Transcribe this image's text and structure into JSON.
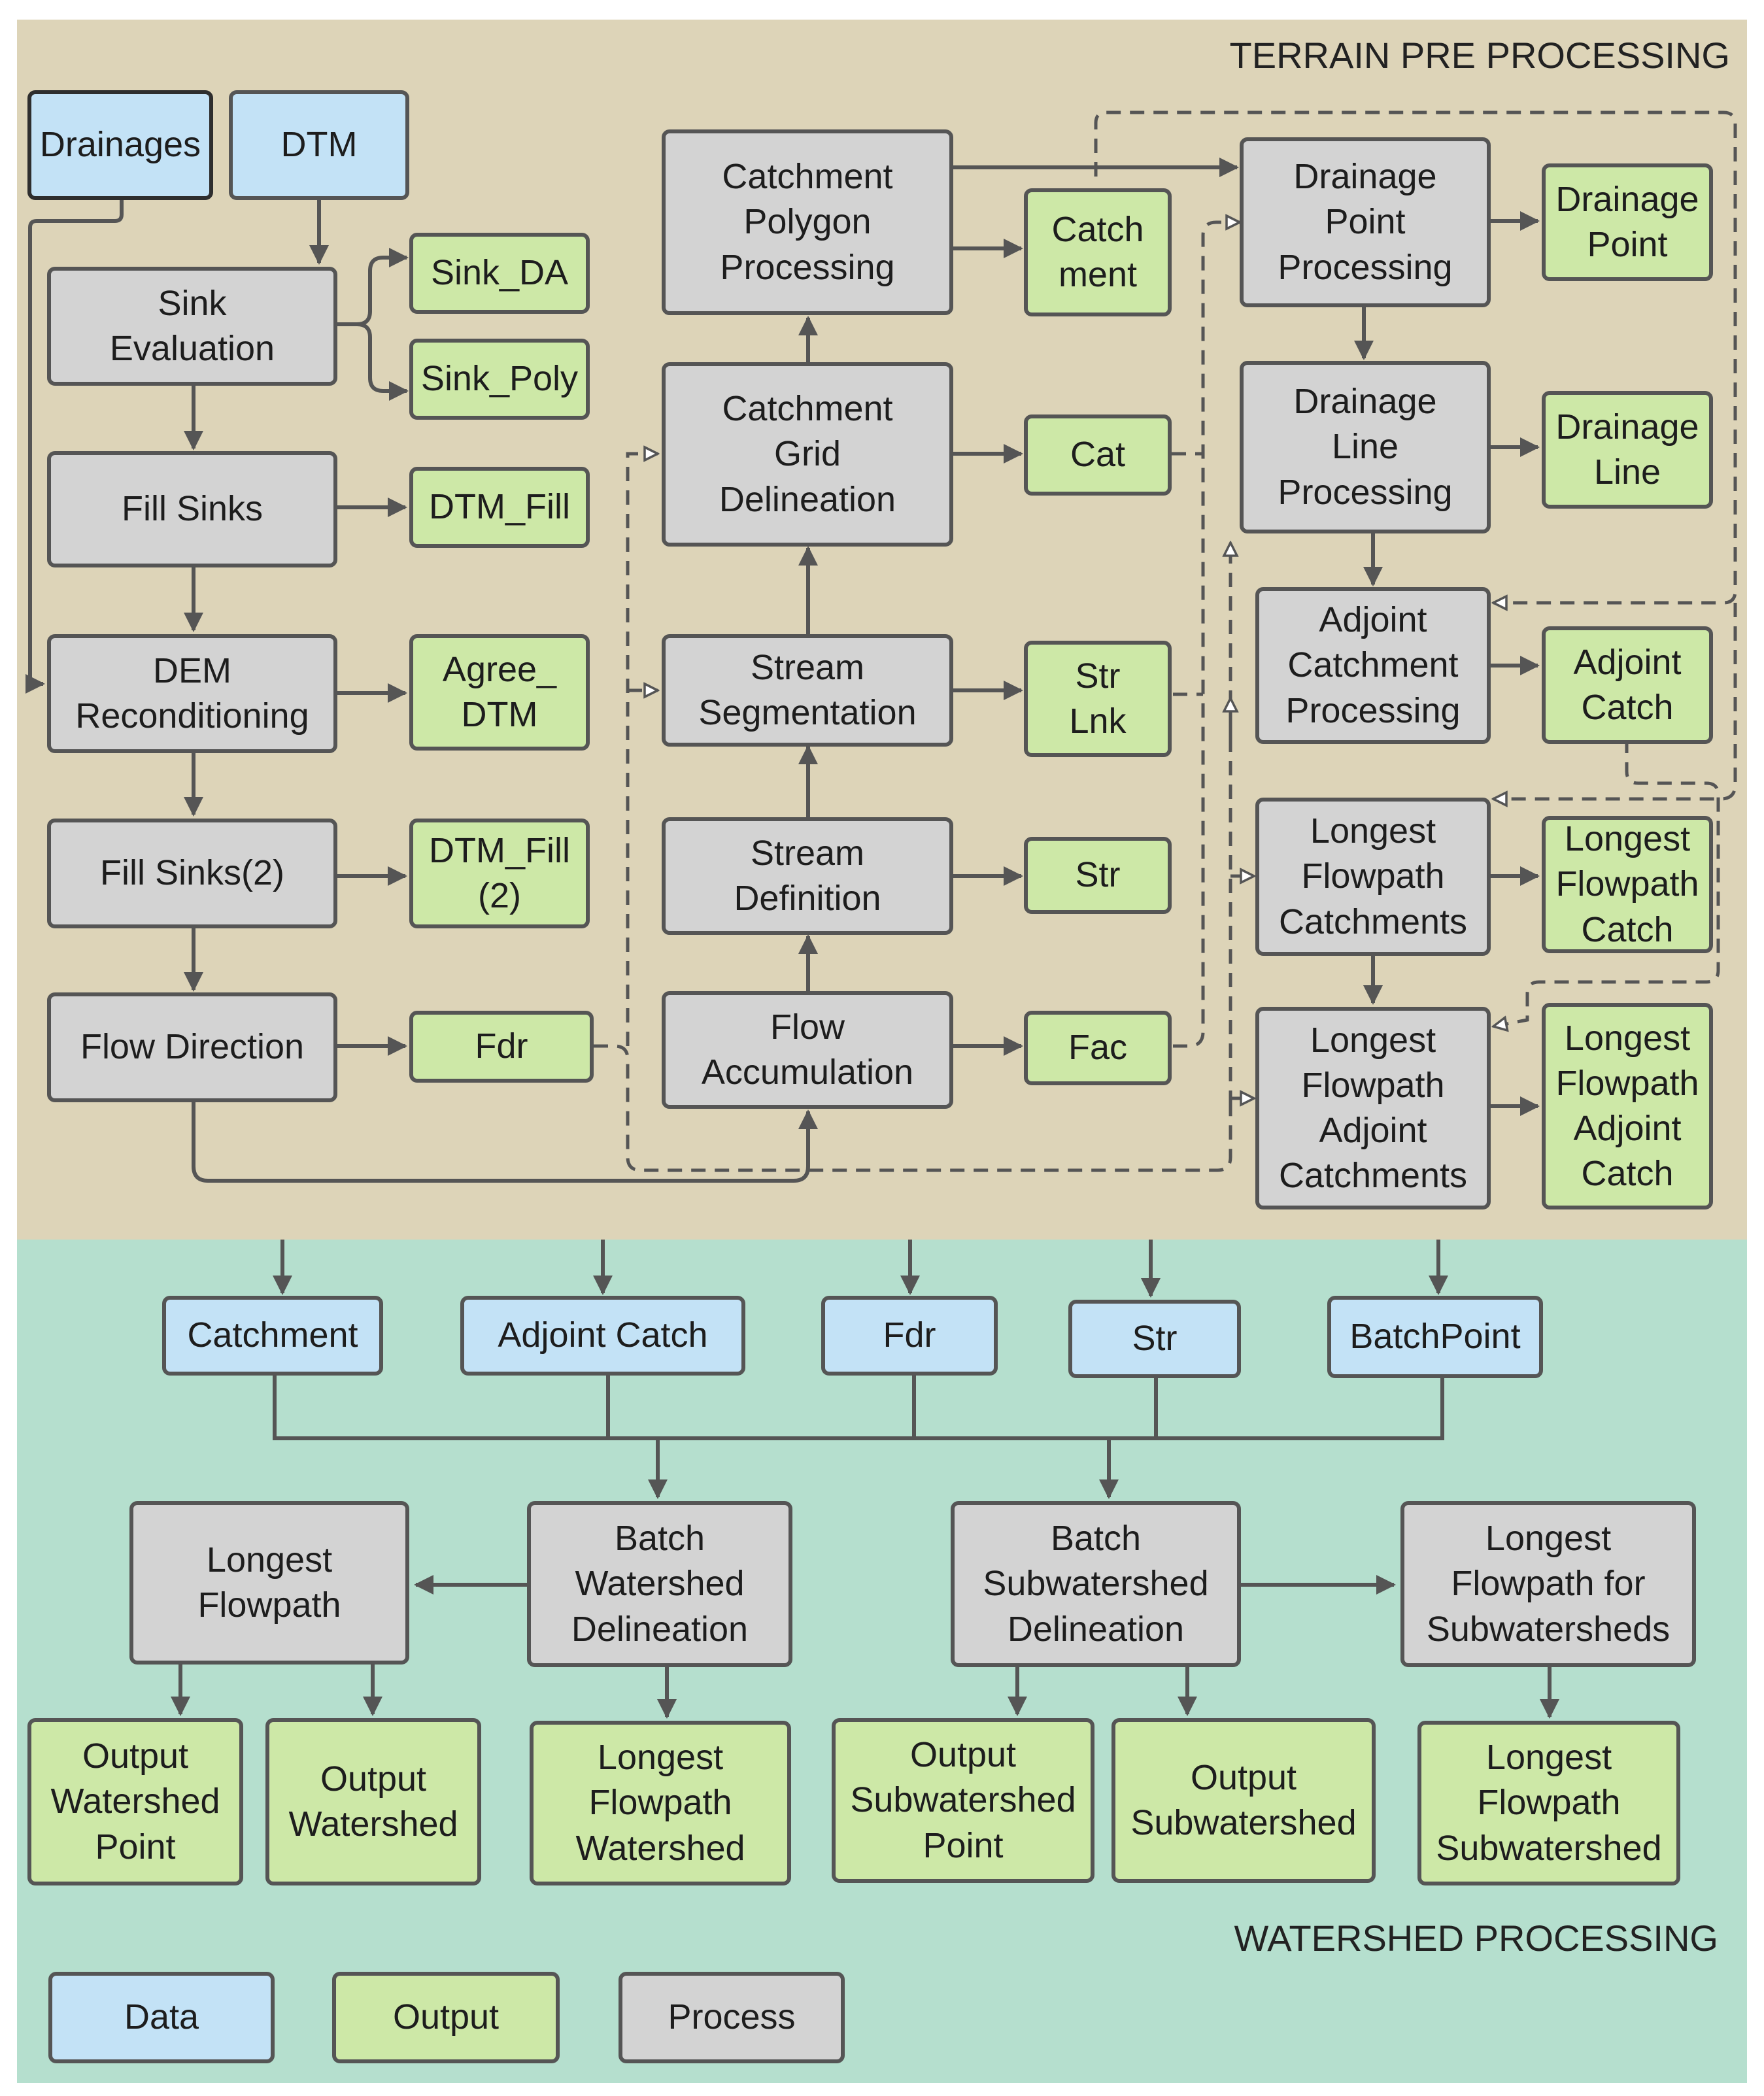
{
  "sections": {
    "terrain_title": "TERRAIN PRE PROCESSING",
    "watershed_title": "WATERSHED PROCESSING"
  },
  "colors": {
    "terrain_bg": "#ddd4b8",
    "watershed_bg": "#b5dfce",
    "data": "#c3e2f6",
    "output": "#cde8a7",
    "process": "#d3d3d3",
    "connector": "#555555"
  },
  "nodes": {
    "drainages": "Drainages",
    "dtm": "DTM",
    "sink_eval": "Sink\nEvaluation",
    "sink_da": "Sink_DA",
    "sink_poly": "Sink_Poly",
    "fill_sinks": "Fill Sinks",
    "dtm_fill": "DTM_Fill",
    "dem_recond": "DEM\nReconditioning",
    "agree_dtm": "Agree_\nDTM",
    "fill_sinks2": "Fill Sinks(2)",
    "dtm_fill2": "DTM_Fill\n(2)",
    "flow_dir": "Flow Direction",
    "fdr": "Fdr",
    "catch_poly": "Catchment\nPolygon\nProcessing",
    "catchment_out": "Catch\nment",
    "catch_grid": "Catchment\nGrid\nDelineation",
    "cat": "Cat",
    "stream_seg": "Stream\nSegmentation",
    "str_lnk": "Str\nLnk",
    "stream_def": "Stream\nDefinition",
    "str": "Str",
    "flow_acc": "Flow\nAccumulation",
    "fac": "Fac",
    "dp_proc": "Drainage\nPoint\nProcessing",
    "drainage_point": "Drainage\nPoint",
    "dl_proc": "Drainage\nLine\nProcessing",
    "drainage_line": "Drainage\nLine",
    "adj_proc": "Adjoint\nCatchment\nProcessing",
    "adj_catch": "Adjoint\nCatch",
    "lfc": "Longest\nFlowpath\nCatchments",
    "lfc_out": "Longest\nFlowpath\nCatch",
    "lfac": "Longest\nFlowpath\nAdjoint\nCatchments",
    "lfac_out": "Longest\nFlowpath\nAdjoint\nCatch",
    "in_catchment": "Catchment",
    "in_adjoint": "Adjoint Catch",
    "in_fdr": "Fdr",
    "in_str": "Str",
    "in_batchpoint": "BatchPoint",
    "lf": "Longest\nFlowpath",
    "bwd": "Batch\nWatershed\nDelineation",
    "bswd": "Batch\nSubwatershed\nDelineation",
    "lfs": "Longest\nFlowpath for\nSubwatersheds",
    "out_wpoint": "Output\nWatershed\nPoint",
    "out_watershed": "Output\nWatershed",
    "lf_watershed": "Longest\nFlowpath\nWatershed",
    "out_spoint": "Output\nSubwatershed\nPoint",
    "out_sub": "Output\nSubwatershed",
    "lf_sub": "Longest\nFlowpath\nSubwatershed"
  },
  "legend": {
    "data": "Data",
    "output": "Output",
    "process": "Process"
  }
}
